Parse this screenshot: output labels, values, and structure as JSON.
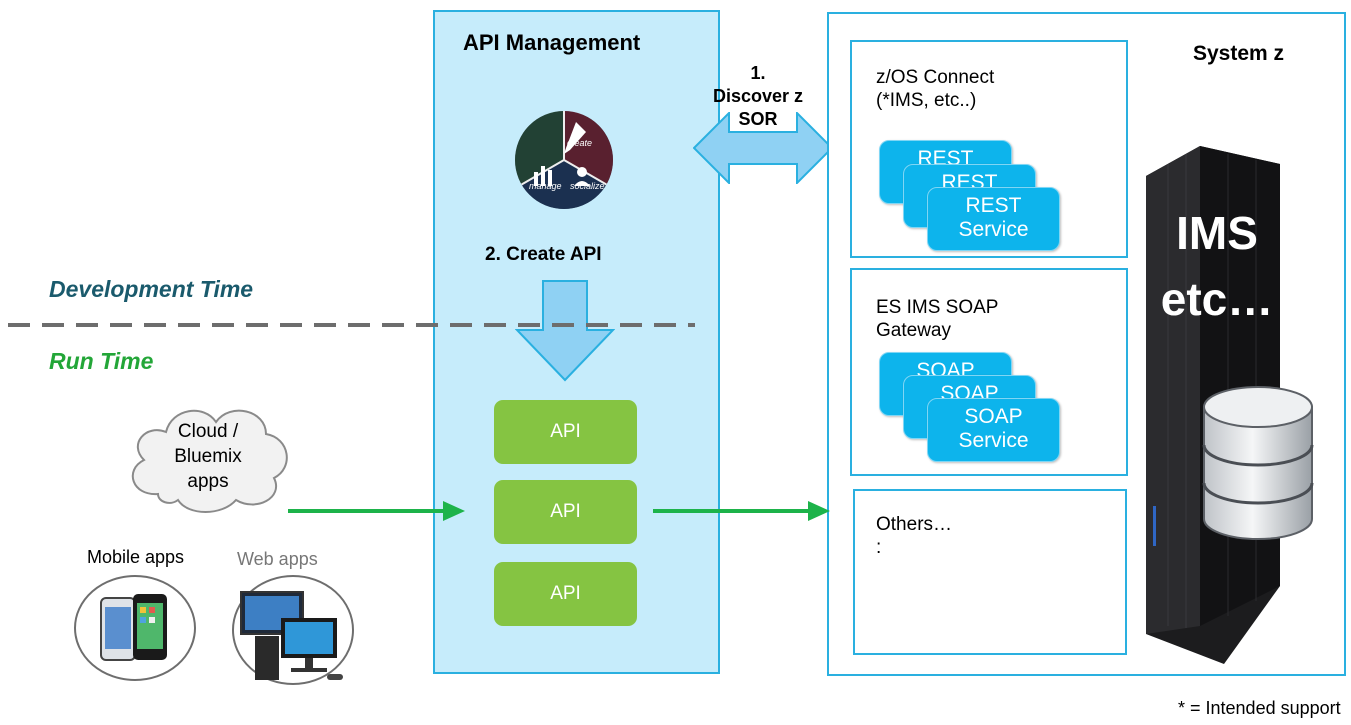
{
  "labels": {
    "dev_time": "Development Time",
    "run_time": "Run Time",
    "api_mgmt_title": "API Management",
    "discover": "1.\nDiscover z\nSOR",
    "create_api": "2. Create API",
    "system_z": "System z",
    "footnote": "* = Intended support"
  },
  "api_mgmt": {
    "wheel_segments": [
      "create",
      "manage",
      "socialize"
    ],
    "api_buttons": [
      "API",
      "API",
      "API"
    ]
  },
  "clients": {
    "cloud": "Cloud /\nBluemix\napps",
    "mobile": "Mobile apps",
    "web": "Web apps"
  },
  "system_z": {
    "zos": {
      "title": "z/OS Connect\n(*IMS, etc..)",
      "services": [
        "REST",
        "REST",
        "REST\nService"
      ]
    },
    "soap": {
      "title": "ES IMS SOAP\nGateway",
      "services": [
        "SOAP",
        "SOAP",
        "SOAP\nService"
      ]
    },
    "others": {
      "title": "Others…\n:"
    },
    "mainframe_label": "IMS\netc…"
  },
  "colors": {
    "panel_fill": "#c6ecfb",
    "panel_border": "#2ab0e0",
    "service_blue": "#0db4ec",
    "api_green": "#85c442",
    "flow_arrow": "#1db34a",
    "dev_time_text": "#1a5a6c",
    "run_time_text": "#23a638"
  }
}
